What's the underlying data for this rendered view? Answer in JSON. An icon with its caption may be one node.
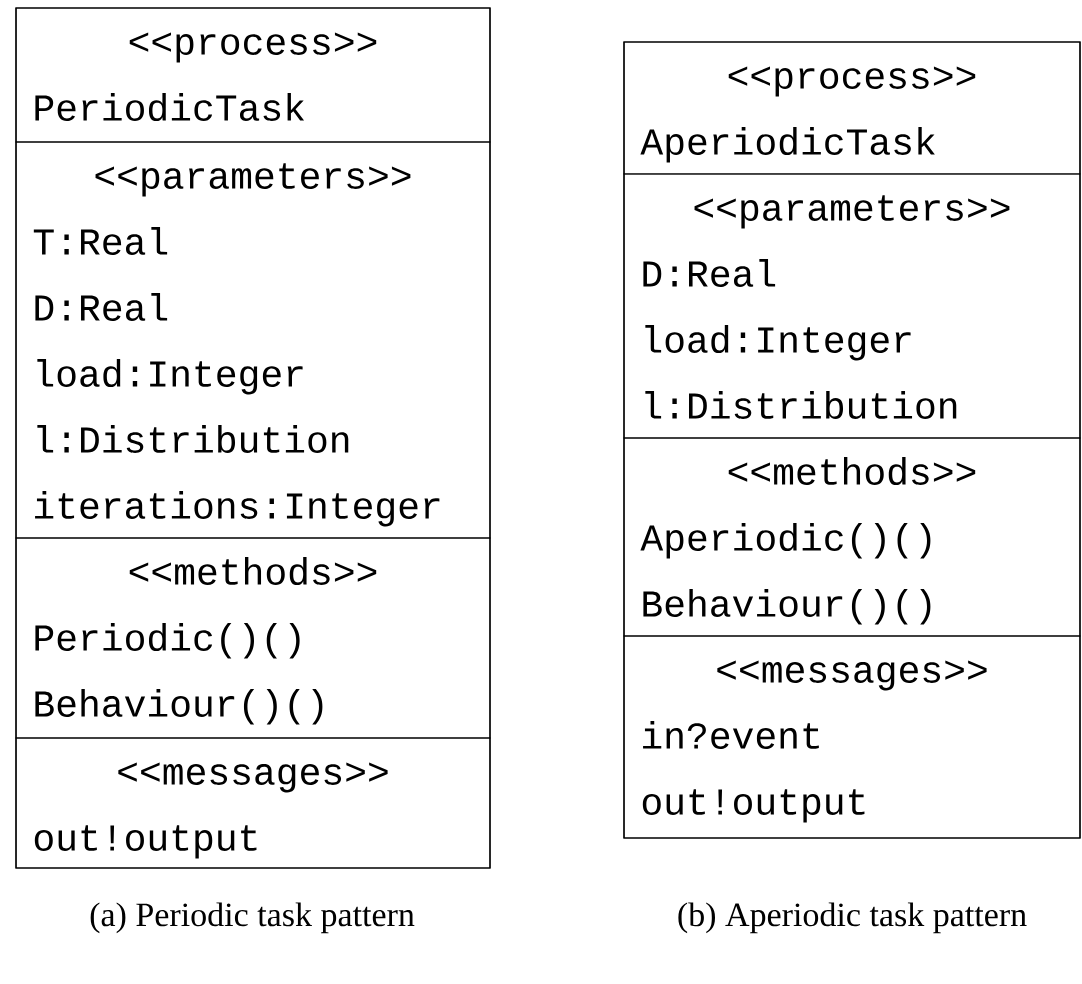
{
  "diagram": {
    "nodes": [
      {
        "text": [],
        "shape": "box"
      },
      {
        "text": [
          "<<process>>",
          "PeriodicTask"
        ],
        "in": 0
      },
      {
        "text": [
          "<<parameters>>",
          "T:Real",
          "D:Real",
          "load:Integer",
          "l:Distribution",
          "iterations:Integer"
        ],
        "in": 0
      },
      {
        "text": [
          "<<methods>>",
          "Periodic()()",
          "Behaviour()()"
        ],
        "in": 0
      },
      {
        "text": [
          "<<messages>>",
          "out!output"
        ],
        "in": 0
      },
      {
        "text": [],
        "shape": "box"
      },
      {
        "text": [
          "<<process>>",
          "AperiodicTask"
        ],
        "in": 5
      },
      {
        "text": [
          "<<parameters>>",
          "D:Real",
          "load:Integer",
          "l:Distribution"
        ],
        "in": 5
      },
      {
        "text": [
          "<<methods>>",
          "Aperiodic()()",
          "Behaviour()()"
        ],
        "in": 5
      },
      {
        "text": [
          "<<messages>>",
          "in?event",
          "out!output"
        ],
        "in": 5
      }
    ],
    "labels": [
      "(a)  Periodic task pattern",
      "(b)  Aperiodic task pattern"
    ]
  }
}
